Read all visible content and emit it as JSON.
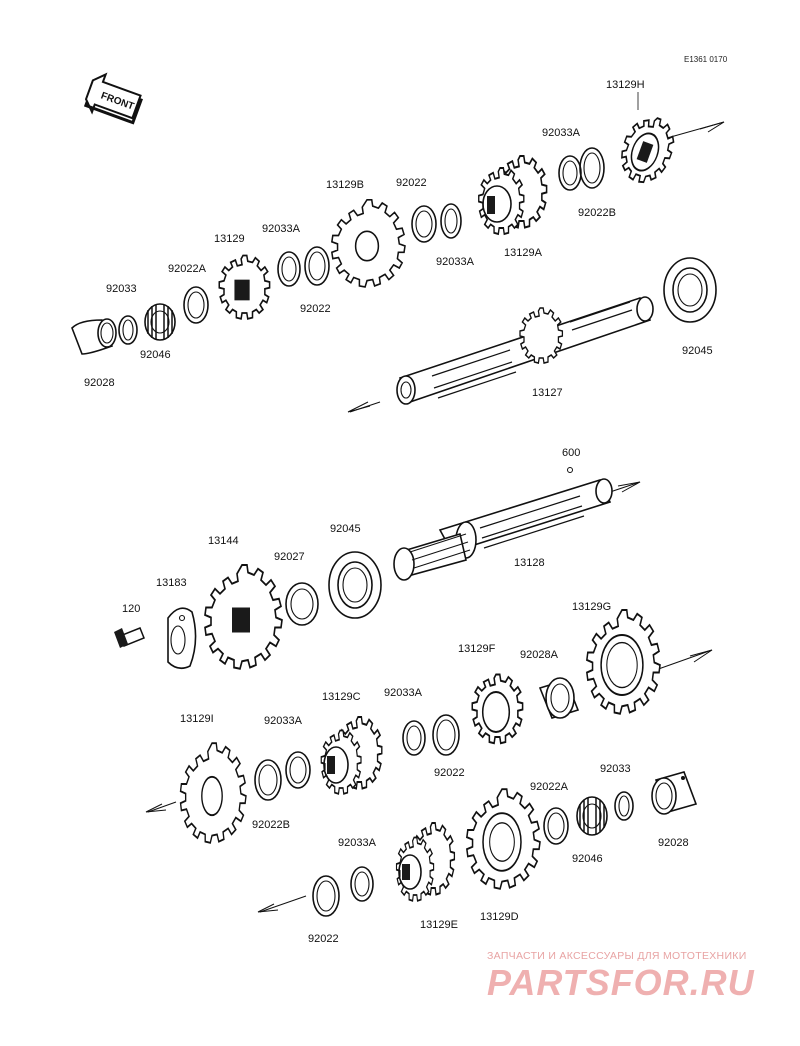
{
  "diagram_ref": "E1361 0170",
  "front_label": "FRONT",
  "watermark": {
    "line1": "ЗАПЧАСТИ И АКСЕССУАРЫ ДЛЯ МОТОТЕХНИКИ",
    "line2": "PARTSFOR.RU",
    "color": "#e8a3a3"
  },
  "parts": {
    "p_13129H": "13129H",
    "p_92033A_t": "92033A",
    "p_92022B_t": "92022B",
    "p_13129A": "13129A",
    "p_92022_t": "92022",
    "p_92033A_t2": "92033A",
    "p_13129B": "13129B",
    "p_92033A_t3": "92033A",
    "p_92022_t2": "92022",
    "p_13129": "13129",
    "p_92022A_t": "92022A",
    "p_92033_t": "92033",
    "p_92046_t": "92046",
    "p_92028_t": "92028",
    "p_92045_t": "92045",
    "p_13127": "13127",
    "p_600": "600",
    "p_13128": "13128",
    "p_92045_m": "92045",
    "p_92027": "92027",
    "p_13144": "13144",
    "p_13183": "13183",
    "p_120": "120",
    "p_13129G": "13129G",
    "p_92028A": "92028A",
    "p_13129F": "13129F",
    "p_92033A_m": "92033A",
    "p_92022_m": "92022",
    "p_13129C": "13129C",
    "p_92033A_m2": "92033A",
    "p_13129I": "13129I",
    "p_92022B_m": "92022B",
    "p_92033_b": "92033",
    "p_92022A_b": "92022A",
    "p_92028_b": "92028",
    "p_92046_b": "92046",
    "p_92033A_b": "92033A",
    "p_92022_b": "92022",
    "p_13129E": "13129E",
    "p_13129D": "13129D"
  }
}
